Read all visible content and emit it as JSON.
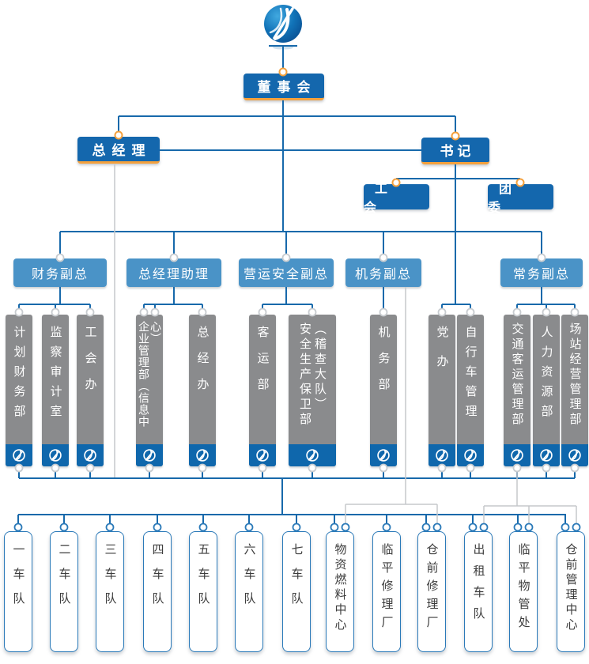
{
  "colors": {
    "box_blue": "#1467ad",
    "box_light_blue": "#4a93c7",
    "accent_orange": "#f5a13d",
    "dept_gray": "#8a8b8d",
    "footer_blue": "#0f67ac",
    "line_blue": "#1769ab",
    "line_gray": "#c5c8cb",
    "unit_border": "#2b7ab9",
    "unit_text": "#3d3d3d"
  },
  "logo": {
    "name": "company-logo"
  },
  "board": {
    "label": "董事会"
  },
  "executives": {
    "general_manager": "总经理",
    "secretary": "书 记"
  },
  "party_orgs": [
    {
      "label": "工 会"
    },
    {
      "label": "团 委"
    }
  ],
  "vice_presidents": [
    {
      "label": "财务副总"
    },
    {
      "label": "总经理助理"
    },
    {
      "label": "营运安全副总"
    },
    {
      "label": "机务副总"
    },
    {
      "label": "常务副总"
    }
  ],
  "departments": [
    {
      "label": "计划财务部",
      "lines": [
        "计划财务部"
      ]
    },
    {
      "label": "监察审计室",
      "lines": [
        "监察审计室"
      ]
    },
    {
      "label": "工会办",
      "lines": [
        "工会办"
      ]
    },
    {
      "label": "企业管理部（信息中心）",
      "lines": [
        "企业管理部（信息中心）"
      ]
    },
    {
      "label": "总经办",
      "lines": [
        "总经办"
      ]
    },
    {
      "label": "客运部",
      "lines": [
        "客运部"
      ]
    },
    {
      "label": "安全生产保卫部（稽查大队）",
      "lines": [
        "安全生产保卫部",
        "（稽查大队）"
      ]
    },
    {
      "label": "机务部",
      "lines": [
        "机务部"
      ]
    },
    {
      "label": "党办",
      "lines": [
        "党办"
      ]
    },
    {
      "label": "自行车管理",
      "lines": [
        "自行车管理"
      ]
    },
    {
      "label": "交通客运管理部",
      "lines": [
        "交通客运管理部"
      ]
    },
    {
      "label": "人力资源部",
      "lines": [
        "人力资源部"
      ]
    },
    {
      "label": "场站经营管理部",
      "lines": [
        "场站经营管理部"
      ]
    }
  ],
  "units": [
    {
      "label": "一车队"
    },
    {
      "label": "二车队"
    },
    {
      "label": "三车队"
    },
    {
      "label": "四车队"
    },
    {
      "label": "五车队"
    },
    {
      "label": "六车队"
    },
    {
      "label": "七车队"
    },
    {
      "label": "物资燃料中心"
    },
    {
      "label": "临平修理厂"
    },
    {
      "label": "仓前修理厂"
    },
    {
      "label": "出租车队"
    },
    {
      "label": "临平物管处"
    },
    {
      "label": "仓前管理中心"
    }
  ]
}
